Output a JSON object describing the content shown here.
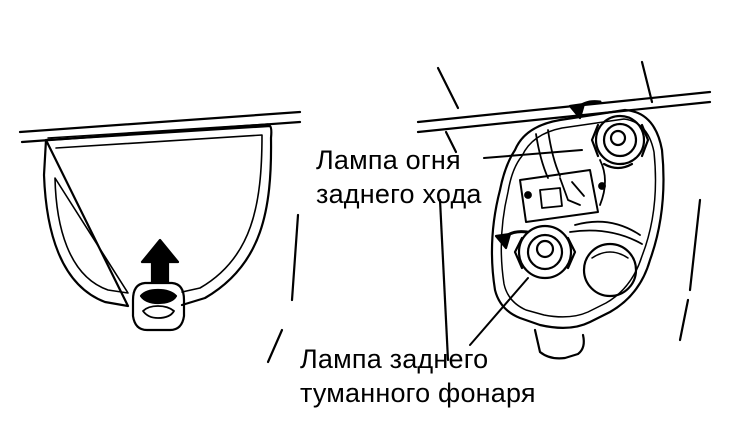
{
  "labels": {
    "reverse_lamp": {
      "line1": "Лампа огня",
      "line2": "заднего хода"
    },
    "fog_lamp": {
      "line1": "Лампа заднего",
      "line2": "туманного фонаря"
    }
  },
  "colors": {
    "ink": "#000000",
    "paper": "#ffffff"
  },
  "icons": {
    "left_arrow": "arrow-up-icon",
    "right_arrows": "curved-arrow-icon"
  }
}
